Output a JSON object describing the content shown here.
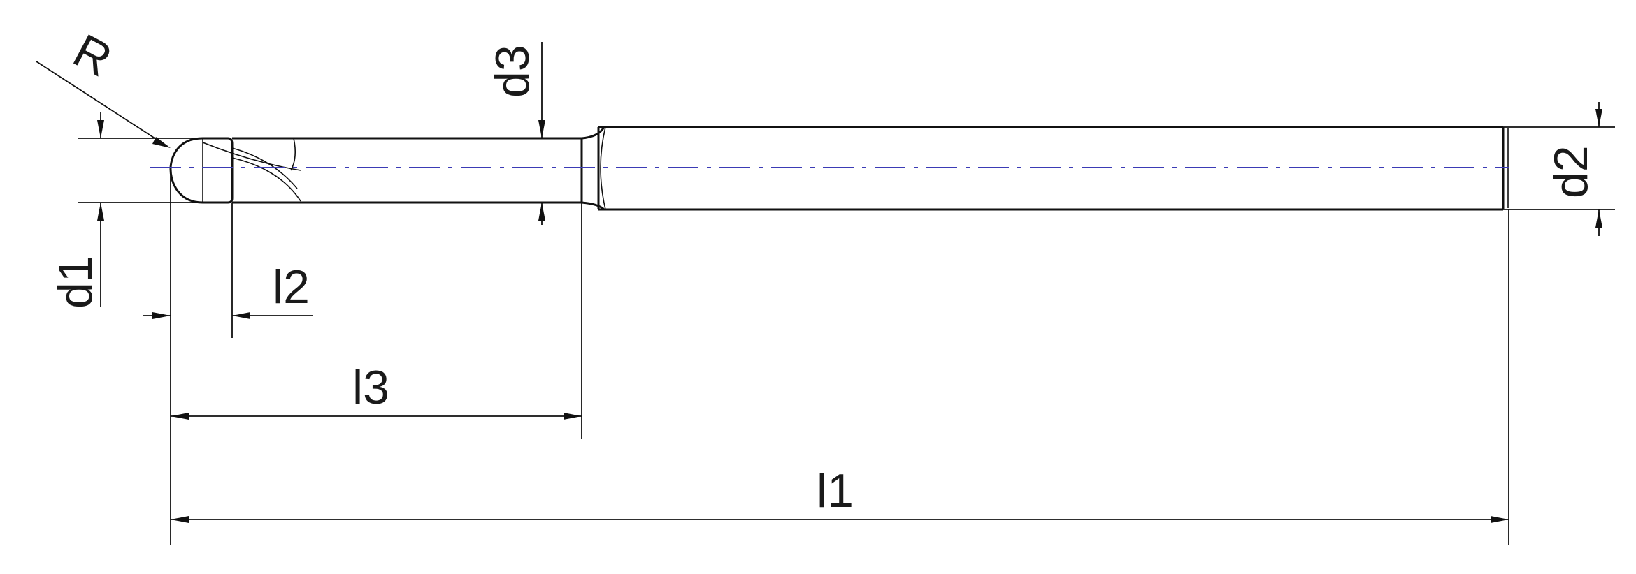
{
  "labels": {
    "R": "R",
    "d1": "d1",
    "d2": "d2",
    "d3": "d3",
    "l1": "l1",
    "l2": "l2",
    "l3": "l3"
  },
  "colors": {
    "outline": "#111111",
    "centerline": "#3b3bb5",
    "background": "#ffffff"
  }
}
